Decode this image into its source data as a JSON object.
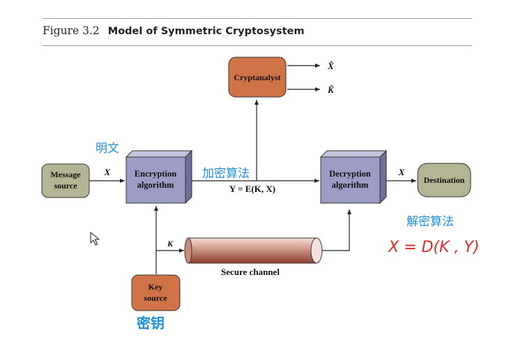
{
  "figure": {
    "number": "Figure 3.2",
    "title": "Model of Symmetric Cryptosystem"
  },
  "diagram": {
    "message_source": [
      "Message",
      "source"
    ],
    "encryption": [
      "Encryption",
      "algorithm"
    ],
    "decryption": [
      "Decryption",
      "algorithm"
    ],
    "destination": "Destination",
    "cryptanalyst": "Cryptanalyst",
    "key_source": [
      "Key",
      "source"
    ],
    "secure_channel": "Secure channel",
    "x_in": "X",
    "x_out": "X",
    "k_label": "K",
    "y_label": "Y = E(K, X)",
    "x_hat": "X̂",
    "k_hat": "K̂"
  },
  "annotations": {
    "plaintext": "明文",
    "encryption_algorithm": "加密算法",
    "decryption_algorithm": "解密算法",
    "decryption_formula": "X = D(K , Y)",
    "key": "密钥"
  },
  "colors": {
    "box_purple": "#9c9cc4",
    "box_purple_top": "#c4c4dc",
    "box_purple_side": "#6e6e98",
    "terminal_green": "#b3b595",
    "orange": "#d07448",
    "annotation_blue": "#1e8fd6",
    "annotation_red": "#e02a2a"
  }
}
